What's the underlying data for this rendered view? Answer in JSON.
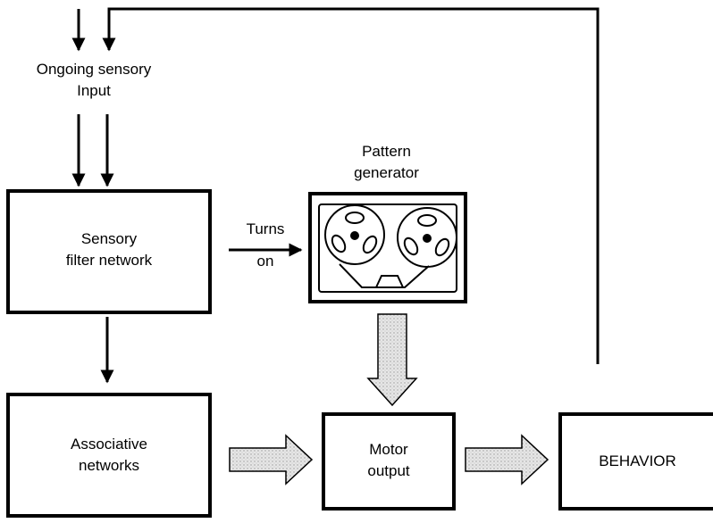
{
  "diagram": {
    "input_label": [
      "Ongoing sensory",
      "Input"
    ],
    "sensory_filter": [
      "Sensory",
      "filter network"
    ],
    "turns_on": [
      "Turns",
      "on"
    ],
    "pattern_generator": [
      "Pattern",
      "generator"
    ],
    "associative": [
      "Associative",
      "networks"
    ],
    "motor_output": [
      "Motor",
      "output"
    ],
    "behavior": "BEHAVIOR"
  },
  "colors": {
    "ink": "#000000",
    "fill_arrow": "#d8d8d8"
  }
}
